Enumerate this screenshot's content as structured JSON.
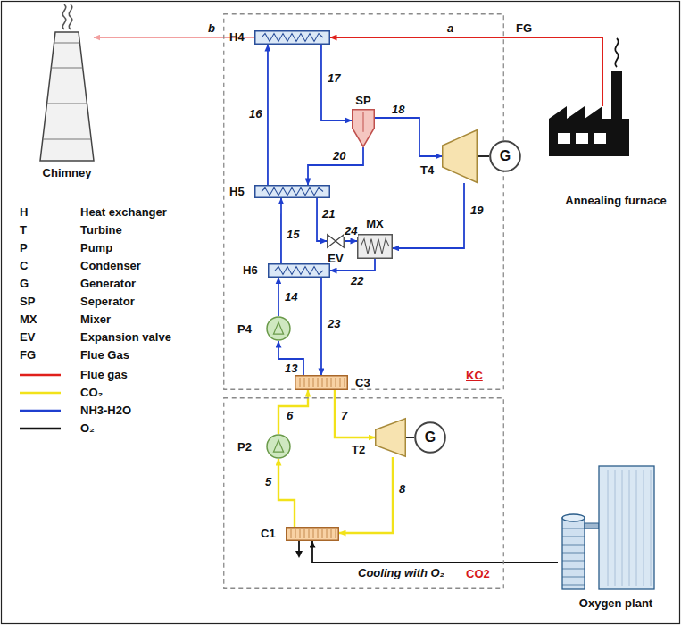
{
  "diagram": {
    "nodes": [
      {
        "text": [
          "Chimney"
        ]
      },
      {
        "text": [
          "KC"
        ]
      },
      {
        "text": [
          "H4"
        ],
        "in": 1
      },
      {
        "text": [
          "SP"
        ],
        "in": 1
      },
      {
        "text": [
          "T4"
        ],
        "in": 1
      },
      {
        "text": [
          "G"
        ],
        "in": 1
      },
      {
        "text": [
          "H5"
        ],
        "in": 1
      },
      {
        "text": [
          "EV"
        ],
        "in": 1
      },
      {
        "text": [
          "MX"
        ],
        "in": 1
      },
      {
        "text": [
          "H6"
        ],
        "in": 1
      },
      {
        "text": [
          "P4"
        ],
        "in": 1
      },
      {
        "text": [
          "C3"
        ],
        "in": 1
      },
      {
        "text": [
          "Annealing furnace"
        ]
      },
      {
        "text": [
          "CO2"
        ]
      },
      {
        "text": [
          "P2"
        ],
        "in": 13
      },
      {
        "text": [
          "T2"
        ],
        "in": 13
      },
      {
        "text": [
          "G"
        ],
        "in": 13
      },
      {
        "text": [
          "C1"
        ],
        "in": 13
      },
      {
        "text": [
          "Oxygen plant"
        ]
      }
    ],
    "edges": [
      {
        "from": 12,
        "to": 2,
        "arrow": "to",
        "label": "a"
      },
      {
        "from": 2,
        "to": 0,
        "arrow": "to",
        "label": "b"
      },
      {
        "from": 2,
        "to": 3,
        "arrow": "to",
        "label": "17"
      },
      {
        "from": 3,
        "to": 4,
        "arrow": "to",
        "label": "18"
      },
      {
        "from": 3,
        "to": 6,
        "arrow": "to",
        "label": "20"
      },
      {
        "from": 4,
        "to": 8,
        "arrow": "to",
        "label": "19"
      },
      {
        "from": 4,
        "to": 5,
        "arrow": "none"
      },
      {
        "from": 6,
        "to": 2,
        "arrow": "to",
        "label": "16"
      },
      {
        "from": 6,
        "to": 7,
        "arrow": "to",
        "label": "21"
      },
      {
        "from": 7,
        "to": 8,
        "arrow": "to",
        "label": "24"
      },
      {
        "from": 8,
        "to": 9,
        "arrow": "to",
        "label": "22"
      },
      {
        "from": 9,
        "to": 6,
        "arrow": "to",
        "label": "15"
      },
      {
        "from": 9,
        "to": 11,
        "arrow": "to",
        "label": "23"
      },
      {
        "from": 11,
        "to": 10,
        "arrow": "to",
        "label": "13"
      },
      {
        "from": 10,
        "to": 9,
        "arrow": "to",
        "label": "14"
      },
      {
        "from": 14,
        "to": 11,
        "arrow": "to",
        "label": "6"
      },
      {
        "from": 11,
        "to": 15,
        "arrow": "to",
        "label": "7"
      },
      {
        "from": 15,
        "to": 16,
        "arrow": "none"
      },
      {
        "from": 15,
        "to": 17,
        "arrow": "to",
        "label": "8"
      },
      {
        "from": 17,
        "to": 14,
        "arrow": "to",
        "label": "5"
      },
      {
        "from": 18,
        "to": 17,
        "arrow": "to",
        "label": "Cooling with O₂"
      }
    ],
    "labels": [
      "FG",
      "H",
      "Heat exchanger",
      "T",
      "Turbine",
      "P",
      "Pump",
      "C",
      "Condenser",
      "G",
      "Generator",
      "SP",
      "Seperator",
      "MX",
      "Mixer",
      "EV",
      "Expansion valve",
      "FG",
      "Flue Gas"
    ],
    "legend": [
      {
        "text": "Flue gas",
        "color": "#e0201b"
      },
      {
        "text": "CO₂",
        "color": "#f2e21a"
      },
      {
        "text": "NH3-H2O",
        "color": "#1f3fcf"
      },
      {
        "text": "O₂",
        "color": "#111111"
      }
    ]
  }
}
